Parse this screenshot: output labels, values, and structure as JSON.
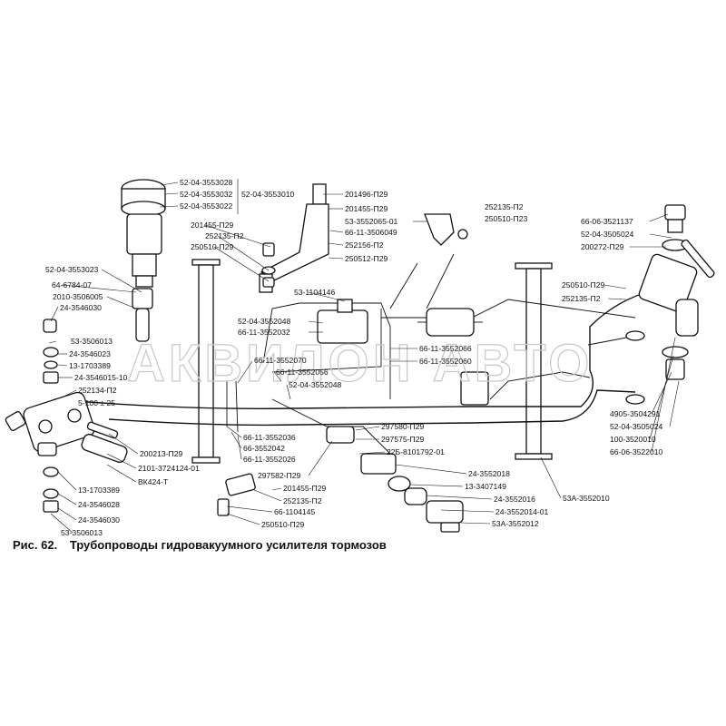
{
  "caption": {
    "figure": "Рис. 62.",
    "title": "Трубопроводы гидровакуумного усилителя тормозов"
  },
  "watermark": "АКВИЛОН АВТО",
  "labels": [
    "52-04-3553028",
    "52-04-3553032",
    "52-04-3553010",
    "52-04-3553022",
    "201496-П29",
    "201455-П29",
    "53-3552065-01",
    "252135-П2",
    "250510-П23",
    "66-11-3506049",
    "252156-П2",
    "250512-П29",
    "201455-П29",
    "252135-П2",
    "250510-П29",
    "52-04-3553023",
    "64-6784-07",
    "2010-3506005",
    "24-3546030",
    "53-1104146",
    "52-04-3552048",
    "66-11-3552032",
    "53-3506013",
    "24-3546023",
    "13-1703389",
    "24-3546015-10",
    "252134-П2",
    "5-100 ± 25",
    "66-11-3552070",
    "66-11-3552056",
    "52-04-3552048",
    "66-11-3552066",
    "66-11-3552060",
    "66-06-3521137",
    "52-04-3505024",
    "200272-П29",
    "250510-П29",
    "252135-П2",
    "4905-3504291",
    "52-04-3505024",
    "100-3520010",
    "66-06-3522010",
    "297580-П29",
    "297575-П29",
    "22Б-8101792-01",
    "200213-П29",
    "2101-3724124-01",
    "ВК424-Т",
    "66-11-3552036",
    "66-3552042",
    "66-11-3552026",
    "13-1703389",
    "24-3546028",
    "24-3546030",
    "53-3506013",
    "297582-П29",
    "201455-П29",
    "252135-П2",
    "66-1104145",
    "250510-П29",
    "24-3552018",
    "13-3407149",
    "24-3552016",
    "24-3552014-01",
    "53А-3552012",
    "53А-3552010"
  ]
}
